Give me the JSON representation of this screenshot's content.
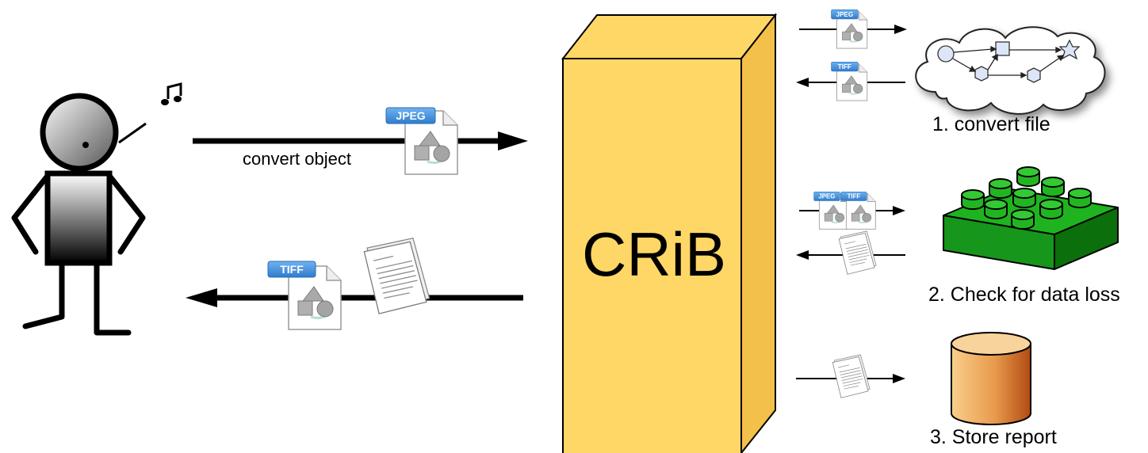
{
  "box": {
    "label": "CRiB"
  },
  "edges": {
    "request_label": "convert object"
  },
  "file_badges": {
    "jpeg": "JPEG",
    "tiff": "TIFF"
  },
  "steps": [
    {
      "label": "1. convert file"
    },
    {
      "label": "2. Check for data loss"
    },
    {
      "label": "3. Store report"
    }
  ],
  "icons": {
    "user": "stick-figure-icon",
    "music": "music-note-icon",
    "convert": "workflow-cloud-icon",
    "check": "lego-brick-icon",
    "store": "database-icon",
    "jpeg": "jpeg-file-icon",
    "tiff": "tiff-file-icon",
    "report": "report-document-icon"
  },
  "colors": {
    "box_front": "#ffd766",
    "box_side": "#f3c04a",
    "brick": "#1aa51a",
    "brick_dark": "#0a6f0a",
    "db_light": "#f7c580",
    "db_dark": "#b24a12",
    "file_badge": "#3d8dd9"
  }
}
